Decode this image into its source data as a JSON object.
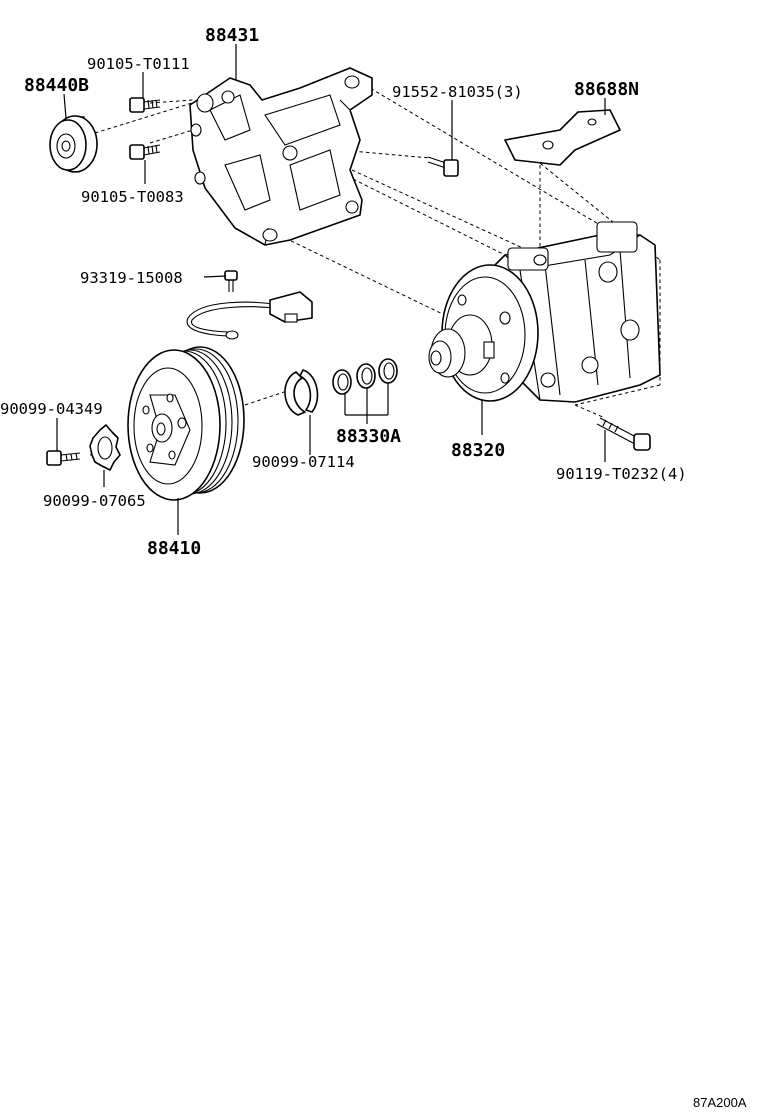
{
  "parts": {
    "p88431": "88431",
    "p90105_T0111": "90105-T0111",
    "p88440B": "88440B",
    "p90105_T0083": "90105-T0083",
    "p91552_81035": "91552-81035(3)",
    "p88688N": "88688N",
    "p93319_15008": "93319-15008",
    "p90099_04349": "90099-04349",
    "p90099_07114": "90099-07114",
    "p88330A": "88330A",
    "p88320": "88320",
    "p90119_T0232": "90119-T0232(4)",
    "p90099_07065": "90099-07065",
    "p88410": "88410"
  },
  "diagram_code": "87A200A"
}
